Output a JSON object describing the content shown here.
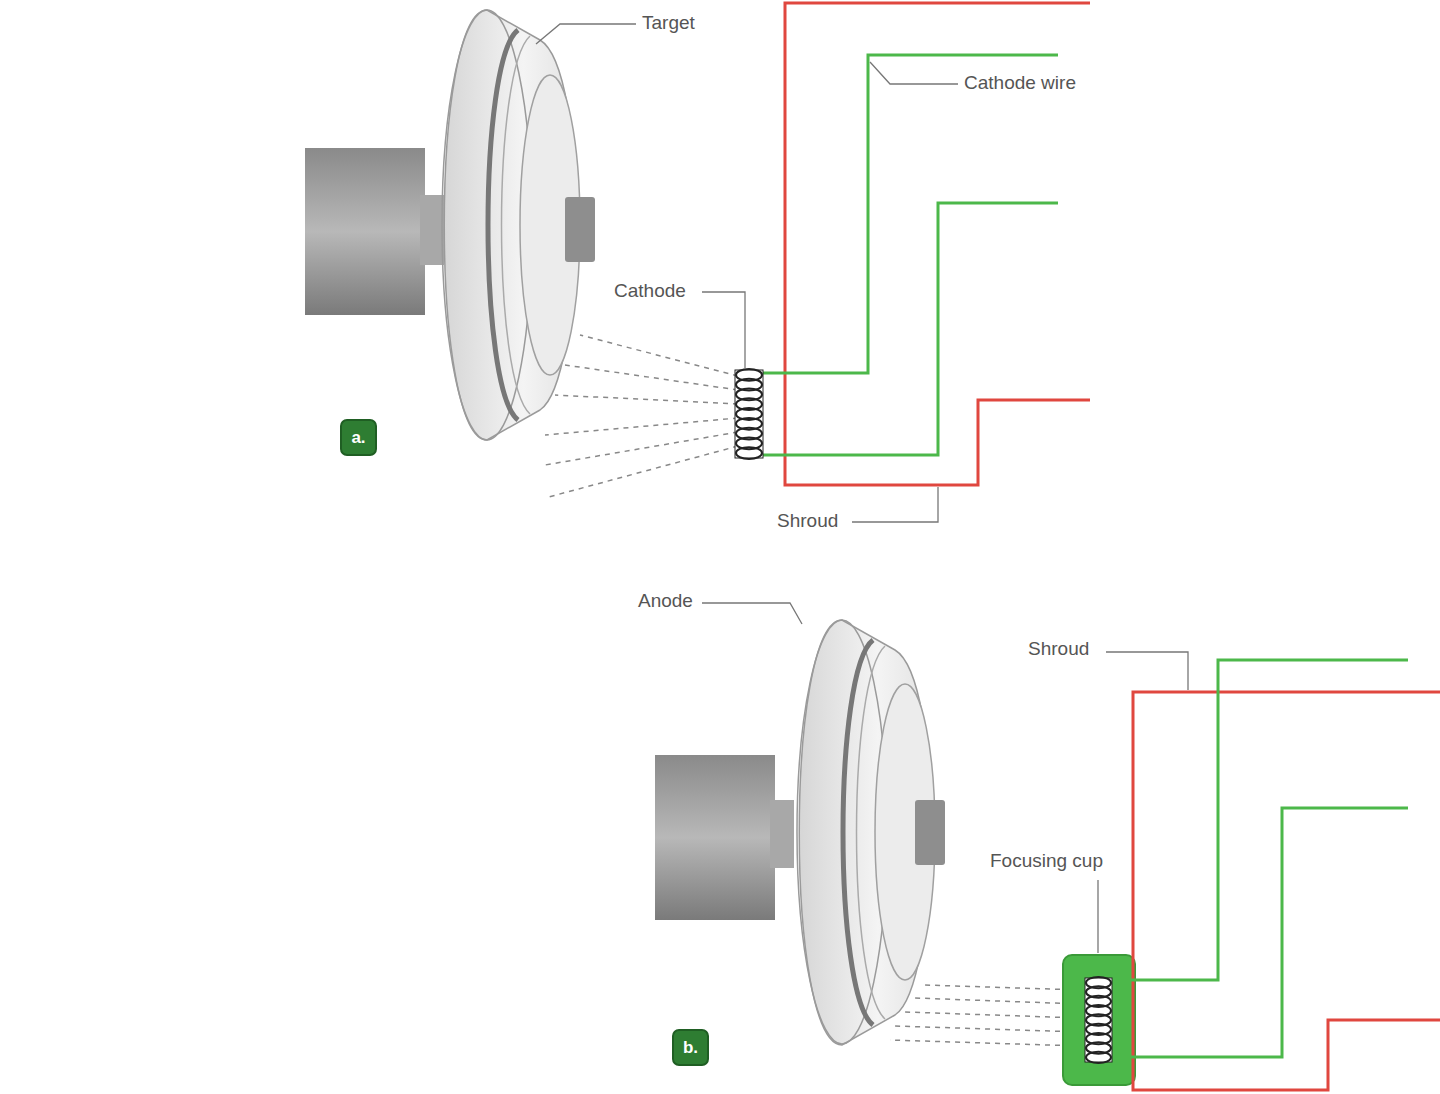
{
  "diagram": {
    "nodes": [
      {
        "text": [
          "a."
        ]
      },
      {
        "text": [
          "b."
        ]
      }
    ],
    "labels": [
      "Target",
      "Cathode wire",
      "Cathode",
      "Shroud",
      "Anode",
      "Shroud",
      "Focusing cup"
    ]
  }
}
